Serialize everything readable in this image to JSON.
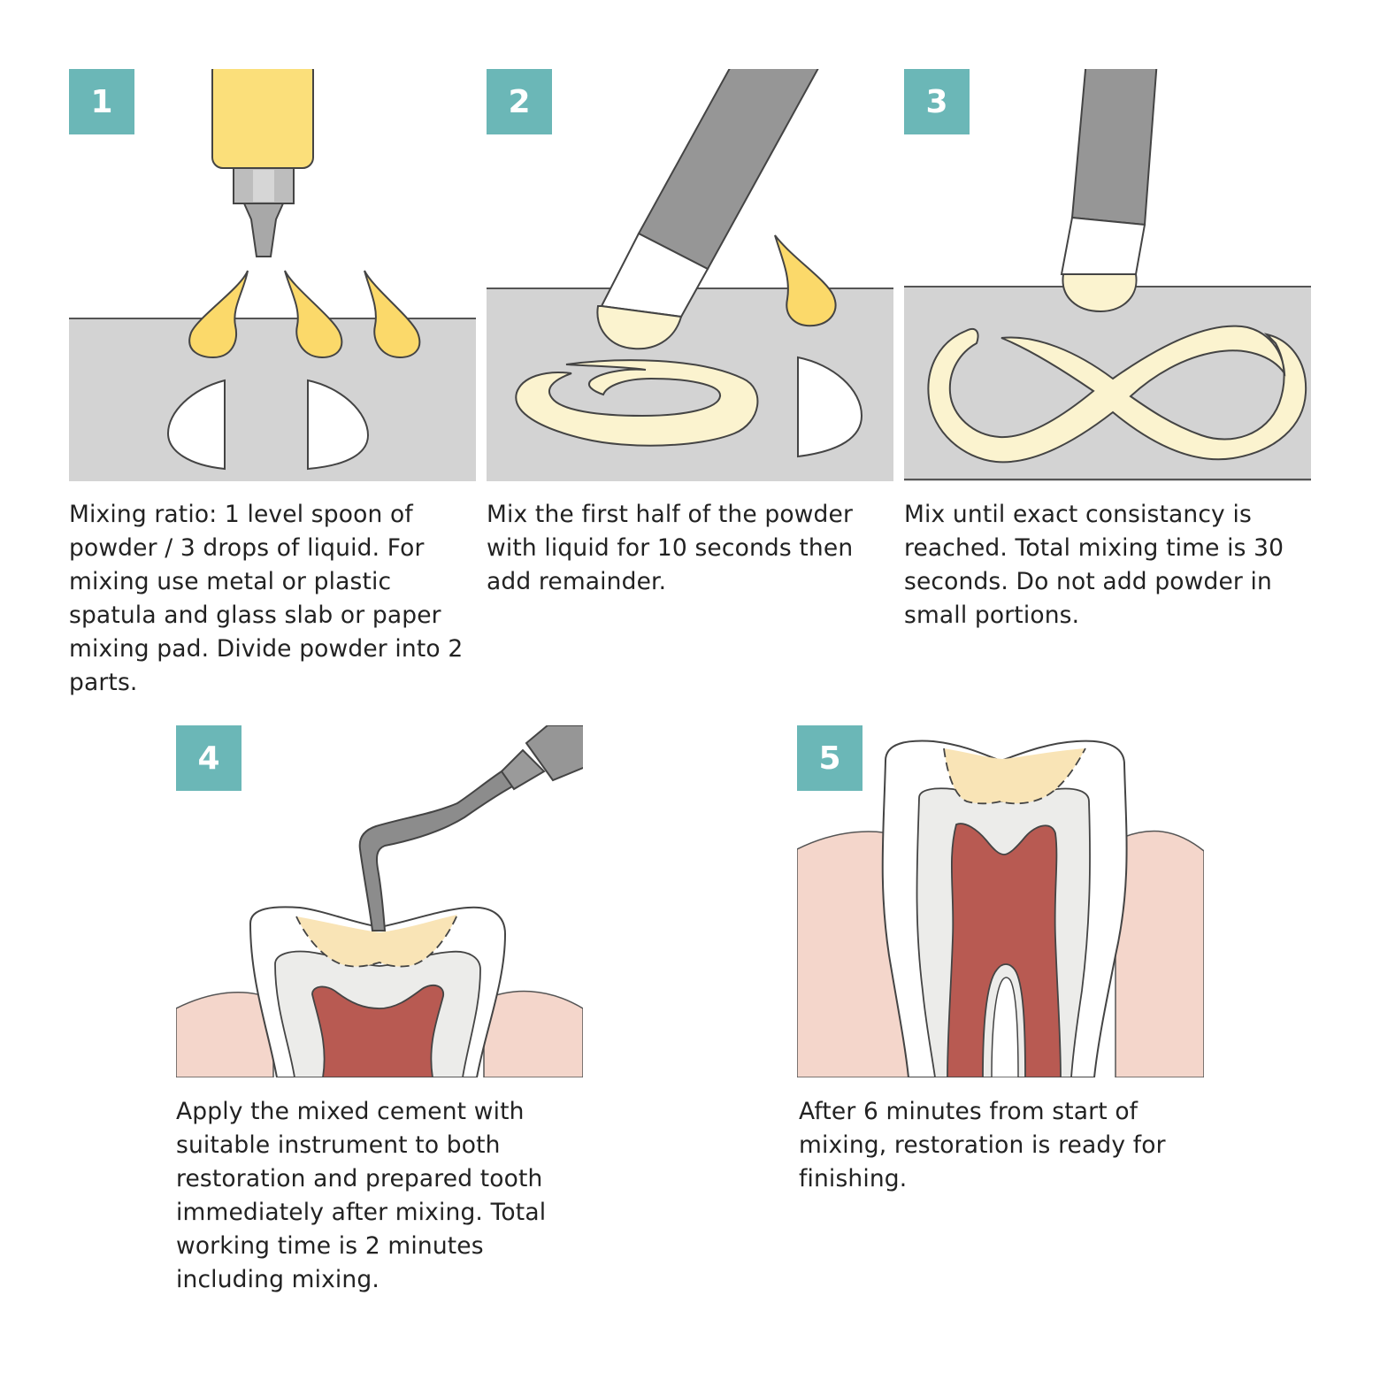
{
  "colors": {
    "badge": "#6bb7b7",
    "slab": "#d3d3d3",
    "liquid": "#fbd96a",
    "cement": "#fbf3cf",
    "instrument": "#969696",
    "gum": "#f4d6cb",
    "pulp": "#b85a52",
    "dentin": "#ececea",
    "filling": "#f9e4b6"
  },
  "steps": [
    {
      "number": "1",
      "text": "Mixing ratio: 1 level spoon of powder / 3 drops of liquid. For mixing use metal or plastic spatula and glass slab or paper mixing pad. Divide powder into 2 parts."
    },
    {
      "number": "2",
      "text": "Mix the first half of the powder with liquid for 10 seconds then add remainder."
    },
    {
      "number": "3",
      "text": "Mix until exact consistancy is reached. Total mixing time is 30 seconds. Do not add powder in small portions."
    },
    {
      "number": "4",
      "text": "Apply the mixed cement with suitable instrument to both restoration and prepared tooth immediately after mixing. Total working time is 2 minutes including mixing."
    },
    {
      "number": "5",
      "text": "After 6 minutes from start of mixing, restoration is ready for finishing."
    }
  ]
}
